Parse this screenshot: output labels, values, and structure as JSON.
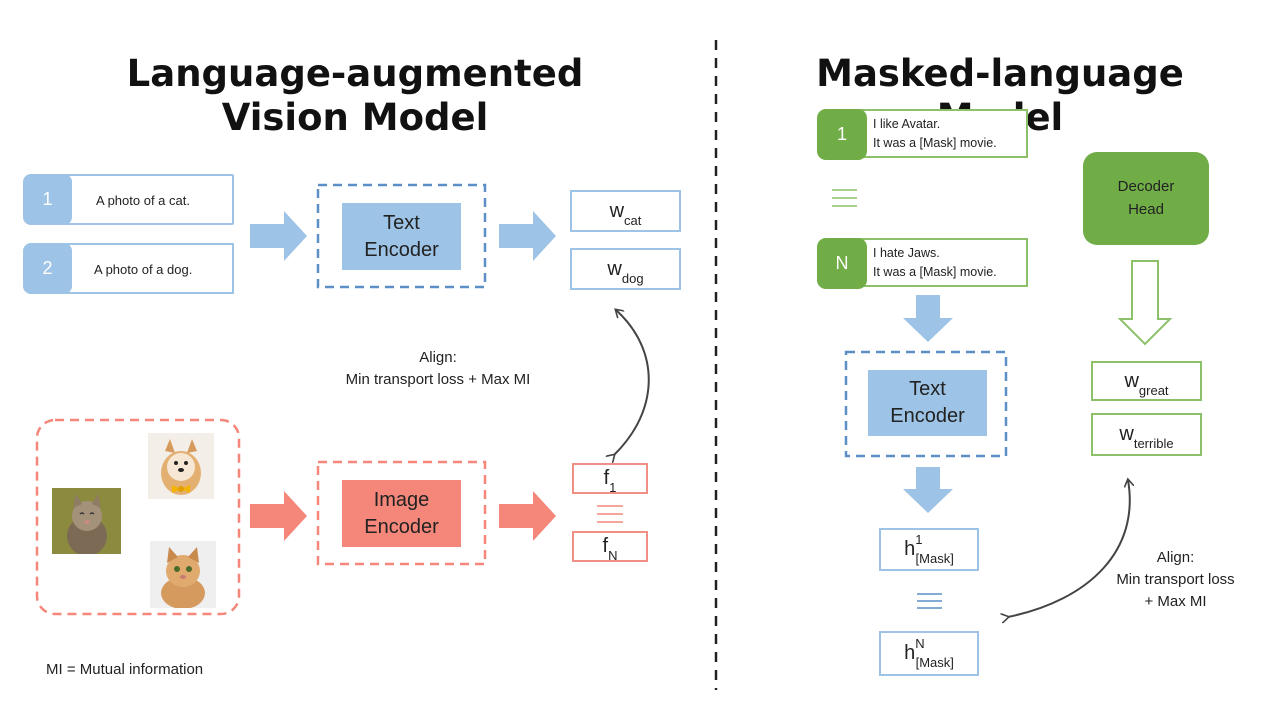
{
  "left": {
    "title_line1": "Language-augmented",
    "title_line2": "Vision Model",
    "prompts": [
      {
        "num": "1",
        "text": "A photo of a cat."
      },
      {
        "num": "2",
        "text": "A photo of a dog."
      }
    ],
    "text_encoder": {
      "line1": "Text",
      "line2": "Encoder"
    },
    "image_encoder": {
      "line1": "Image",
      "line2": "Encoder"
    },
    "word_vectors": [
      {
        "base": "w",
        "sub": "cat"
      },
      {
        "base": "w",
        "sub": "dog"
      }
    ],
    "feature_vectors": [
      {
        "base": "f",
        "sub": "1"
      },
      {
        "base": "f",
        "sub": "N"
      }
    ],
    "align_line1": "Align:",
    "align_line2": "Min transport loss + Max MI",
    "footnote": "MI = Mutual information"
  },
  "right": {
    "title": "Masked-language Model",
    "prompts": [
      {
        "num": "1",
        "line1": "I like Avatar.",
        "line2": "It was a [Mask] movie."
      },
      {
        "num": "N",
        "line1": "I hate Jaws.",
        "line2": "It was a [Mask] movie."
      }
    ],
    "decoder": {
      "line1": "Decoder",
      "line2": "Head"
    },
    "text_encoder": {
      "line1": "Text",
      "line2": "Encoder"
    },
    "label_vectors": [
      {
        "base": "w",
        "sub": "great"
      },
      {
        "base": "w",
        "sub": "terrible"
      }
    ],
    "hidden_vectors": [
      {
        "base": "h",
        "sup": "1",
        "sub": "[Mask]"
      },
      {
        "base": "h",
        "sup": "N",
        "sub": "[Mask]"
      }
    ],
    "align_line1": "Align:",
    "align_line2": "Min transport loss",
    "align_line3": "+ Max MI"
  },
  "colors": {
    "blue": "#9dc3e6",
    "blue_dash": "#5b8fc6",
    "green": "#70ad47",
    "red": "#f4877a",
    "gray": "#444444"
  }
}
